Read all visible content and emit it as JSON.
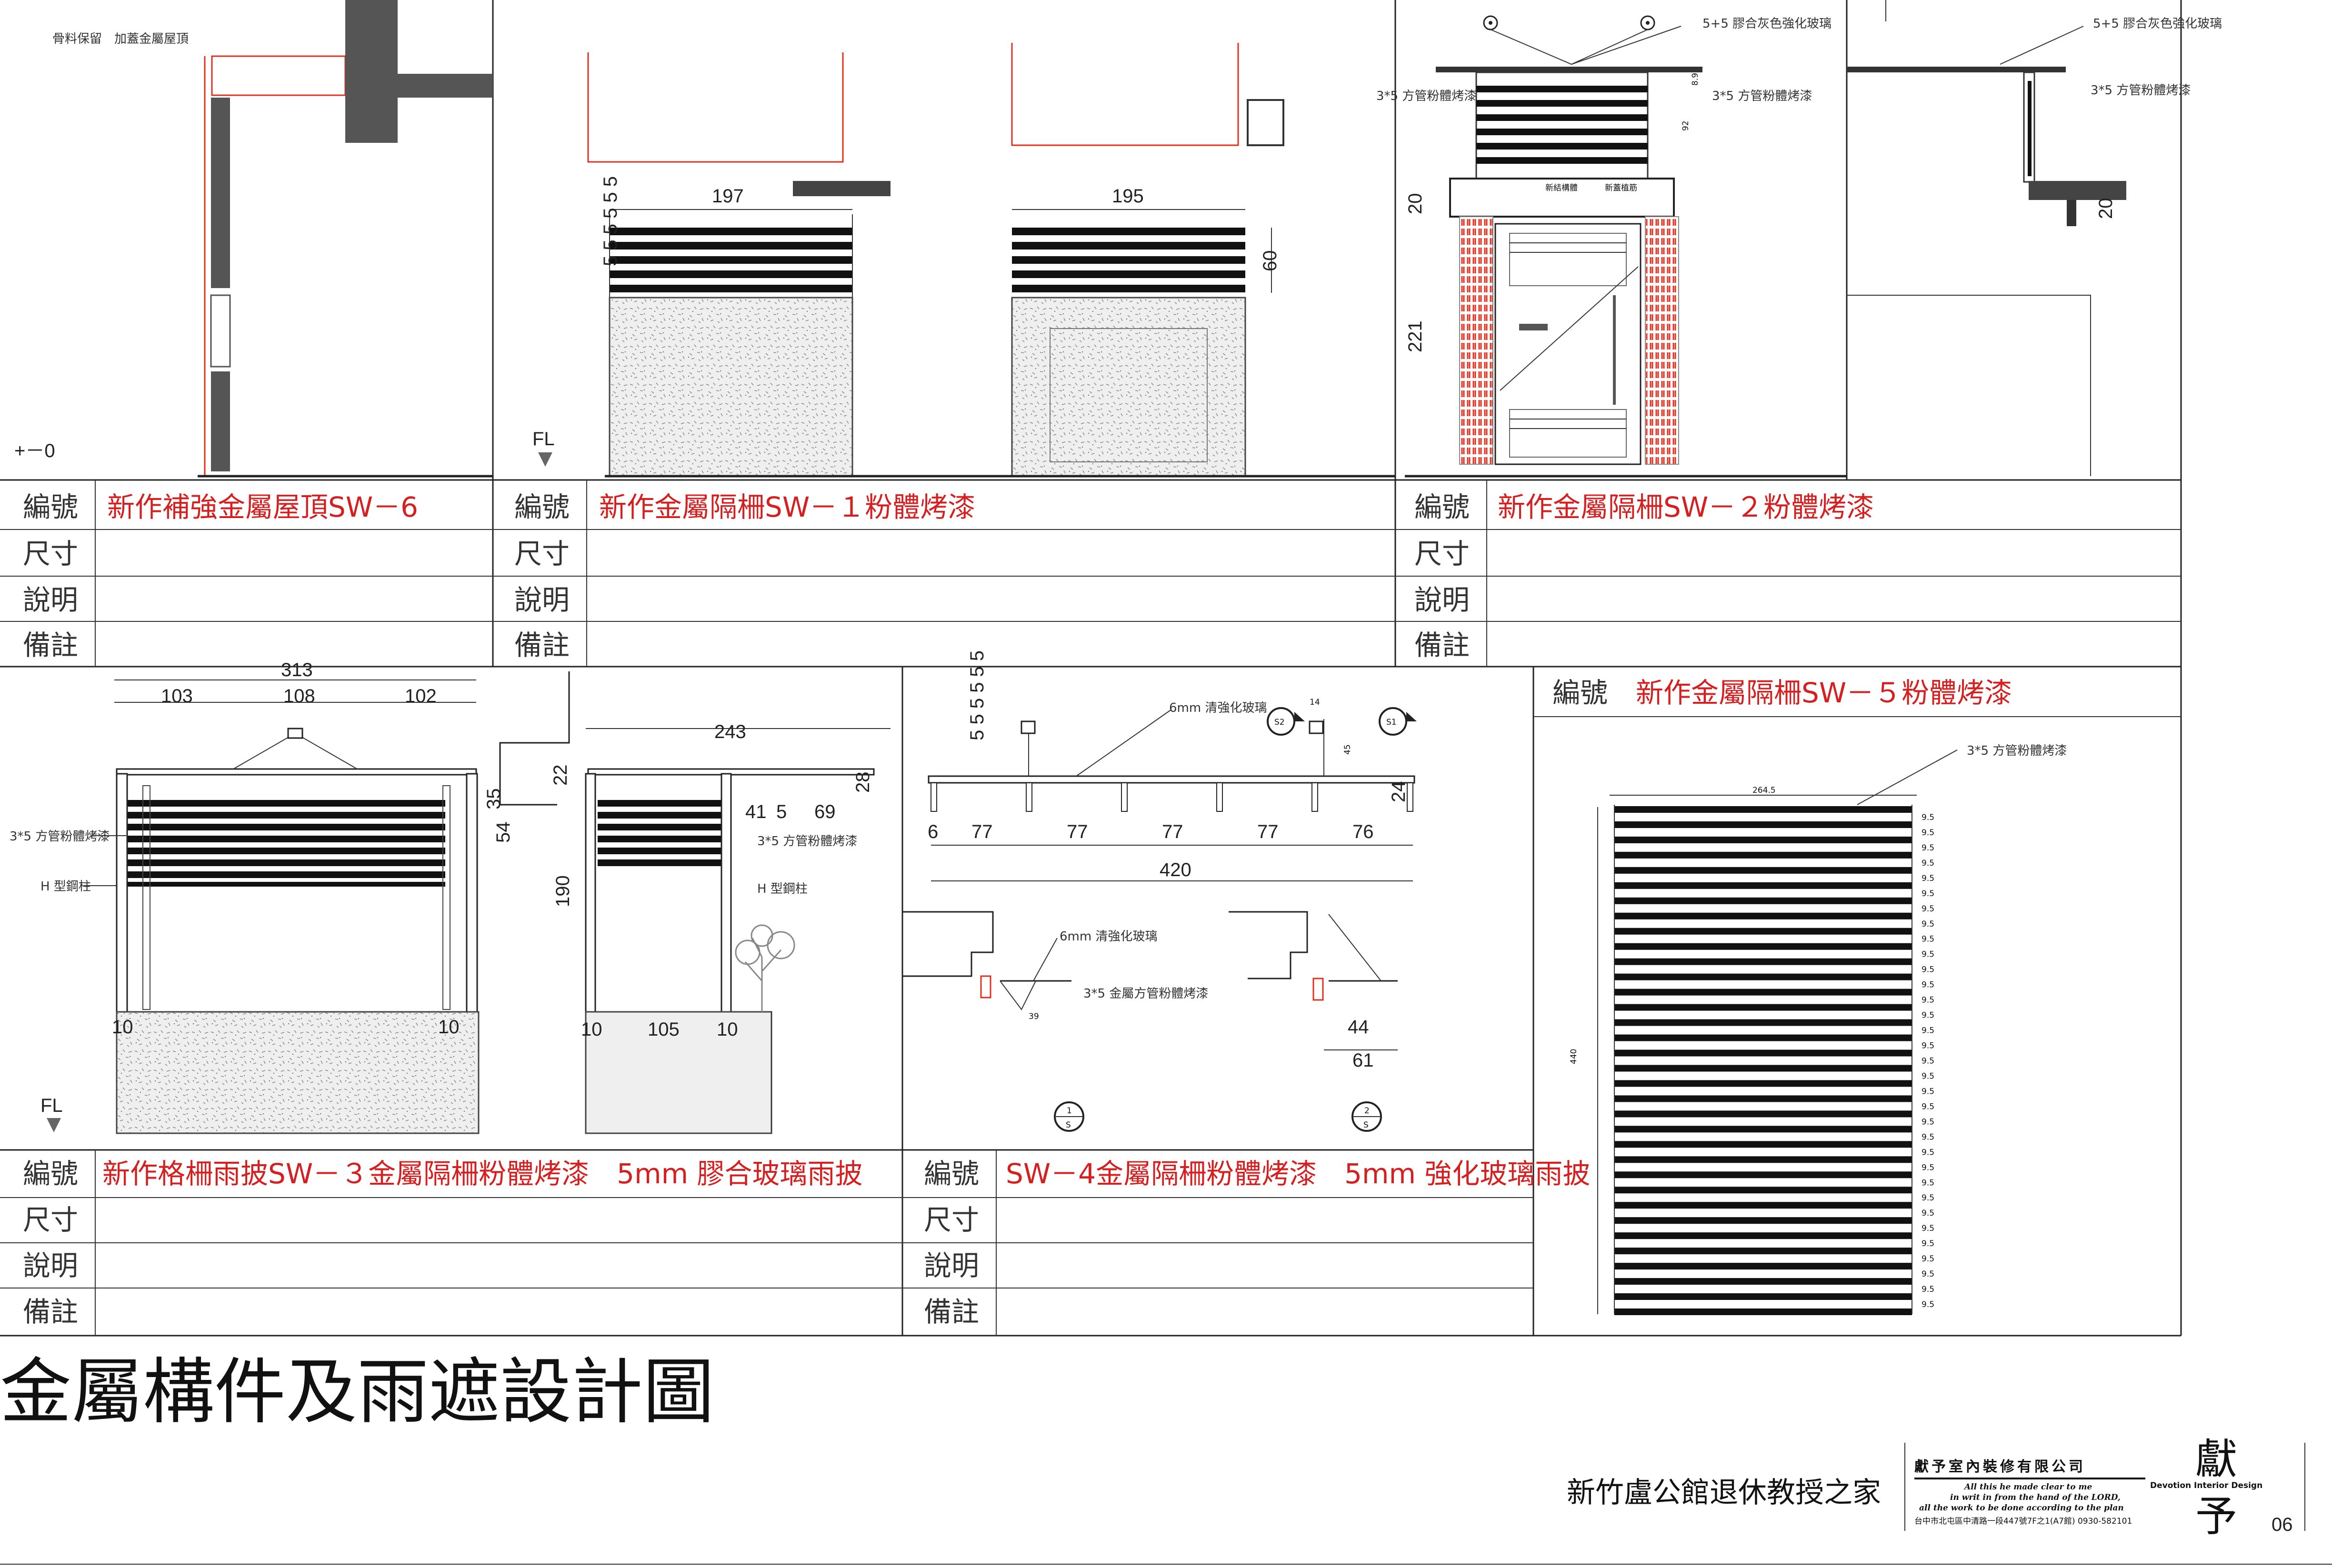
{
  "sheet": {
    "title": "金屬構件及雨遮設計圖",
    "project": "新竹盧公館退休教授之家",
    "company": "獻予室內裝修有限公司",
    "motto_1": "All this he made clear to me",
    "motto_2": "in writ in from the hand of the LORD,",
    "motto_3": "all the work to be done according to the plan",
    "address": "台中市北屯區中清路一段447號7F之1(A7館) 0930-582101",
    "brand_en": "Devotion Interior Design",
    "logo_glyph_1": "獻",
    "logo_glyph_2": "予",
    "page_no": "06"
  },
  "labels": {
    "code": "編號",
    "size": "尺寸",
    "desc": "說明",
    "remark": "備註"
  },
  "panels": {
    "sw6": {
      "name": "新作補強金屬屋頂SW－6",
      "note": "骨料保留　加蓋金屬屋頂",
      "level": "+－0"
    },
    "sw1": {
      "name": "新作金屬隔柵SW－１粉體烤漆",
      "dim_w1": "197",
      "dim_w2": "195",
      "dim_h": "60",
      "slats": "5 5 5 5 5 5",
      "fl": "FL"
    },
    "sw2": {
      "name": "新作金屬隔柵SW－２粉體烤漆",
      "glass_note": "5+5 膠合灰色強化玻璃",
      "tube_note": "3*5 方管粉體烤漆",
      "glass_note_2": "5+5 膠合灰色強化玻璃",
      "tube_note_2": "3*5 方管粉體烤漆",
      "sign_text_1": "新結構體",
      "sign_text_2": "新蓋植筋",
      "dim_20": "20",
      "dim_221": "221",
      "dim_8_9": "8.9",
      "dim_92": "92",
      "dim_20b": "20"
    },
    "sw3": {
      "name": "新作格柵雨披SW－３金屬隔柵粉體烤漆　5mm 膠合玻璃雨披",
      "dim_313": "313",
      "dim_103": "103",
      "dim_108": "108",
      "dim_102": "102",
      "dim_35": "35",
      "dim_54": "54",
      "dim_190": "190",
      "dim_10a": "10",
      "dim_10b": "10",
      "dim_243": "243",
      "dim_22": "22",
      "dim_28": "28",
      "dim_41": "41",
      "dim_5": "5",
      "dim_69": "69",
      "dim_105": "105",
      "dim_10c": "10",
      "dim_10d": "10",
      "tube_note": "3*5 方管粉體烤漆",
      "tube_note_b": "3*5 方管粉體烤漆",
      "col_note": "H 型鋼柱",
      "col_note_b": "H 型鋼柱",
      "fl": "FL"
    },
    "sw4": {
      "name": "SW－4金屬隔柵粉體烤漆　5mm 強化玻璃雨披",
      "glass_note": "6mm 清強化玻璃",
      "glass_note_2": "6mm 清強化玻璃",
      "tube_note": "3*5 金屬方管粉體烤漆",
      "dim_77a": "77",
      "dim_77b": "77",
      "dim_77c": "77",
      "dim_77d": "77",
      "dim_76": "76",
      "dim_6": "6",
      "dim_420": "420",
      "dim_14": "14",
      "dim_45": "45",
      "dim_24": "24",
      "dim_39": "39",
      "dim_44": "44",
      "dim_61": "61",
      "sec_s1": "S1",
      "sec_s2": "S2",
      "sec_1": "1",
      "sec_2": "2",
      "sec_s": "S"
    },
    "sw5": {
      "name": "新作金屬隔柵SW－５粉體烤漆",
      "tube_note": "3*5 方管粉體烤漆",
      "dim_264": "264.5",
      "dim_440": "440",
      "slat_gap": "9.5"
    }
  },
  "colors": {
    "red": "#e03020",
    "line": "#222222",
    "stone": "#d8d8d8"
  }
}
